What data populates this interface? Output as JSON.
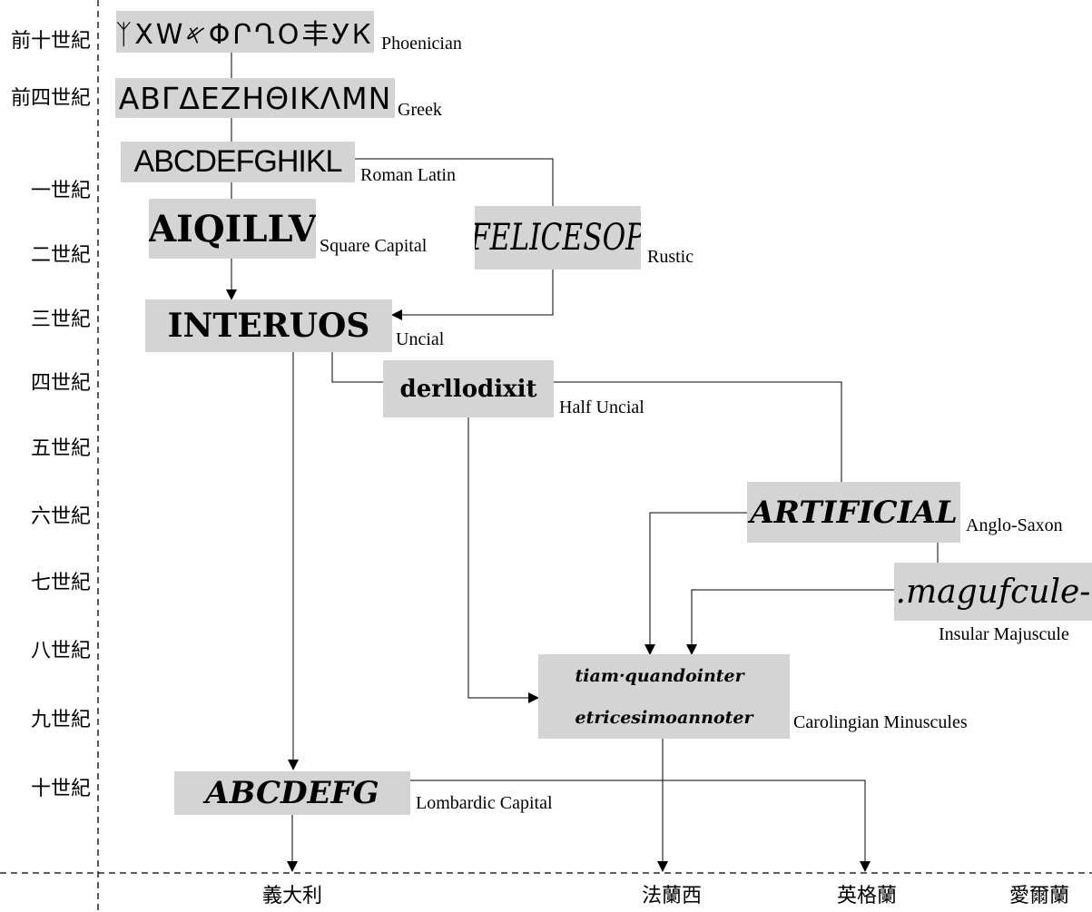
{
  "timeline": {
    "centuries": [
      "前十世紀",
      "前四世紀",
      "一世紀",
      "二世紀",
      "三世紀",
      "四世紀",
      "五世紀",
      "六世紀",
      "七世紀",
      "八世紀",
      "九世紀",
      "十世紀"
    ]
  },
  "countries": [
    "義大利",
    "法蘭西",
    "英格蘭",
    "愛爾蘭"
  ],
  "scripts": {
    "phoenician": {
      "label": "Phoenician",
      "sample": "ᛉXW𐤀ΦՐՂO丰ᎩᏦ"
    },
    "greek": {
      "label": "Greek",
      "sample": "ΑΒΓΔΕΖΗΘΙΚΛΜΝ"
    },
    "roman_latin": {
      "label": "Roman Latin",
      "sample": "ABCDEFGHIKL"
    },
    "square_capital": {
      "label": "Square Capital",
      "sample": "AIQILLV"
    },
    "rustic": {
      "label": "Rustic",
      "sample": "FELICESOP"
    },
    "uncial": {
      "label": "Uncial",
      "sample": "INTERUOS"
    },
    "half_uncial": {
      "label": "Half Uncial",
      "sample": "derllodixit"
    },
    "anglo_saxon": {
      "label": "Anglo-Saxon",
      "sample": "ARTIFICIAL"
    },
    "insular_majuscule": {
      "label": "Insular Majuscule",
      "sample": ".magufcule-"
    },
    "carolingian": {
      "label": "Carolingian Minuscules",
      "sample_line1": "tiam·quandointer",
      "sample_line2": "etricesimoannoter"
    },
    "lombardic": {
      "label": "Lombardic Capital",
      "sample": "ABCDEFG"
    }
  }
}
